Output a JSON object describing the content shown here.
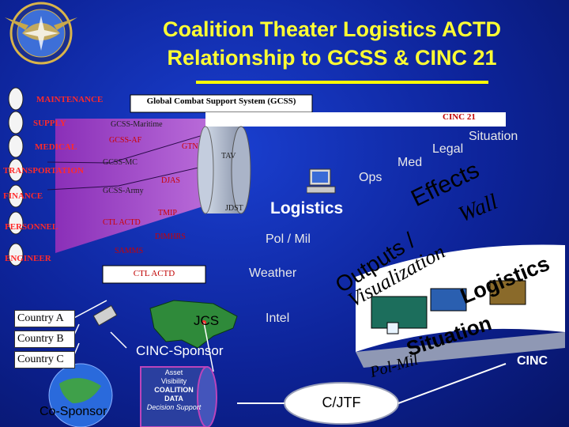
{
  "title": {
    "line1": "Coalition Theater Logistics ACTD",
    "line2": "Relationship to GCSS & CINC 21"
  },
  "gcss": {
    "label": "Global Combat Support System (GCSS)"
  },
  "cinc21": {
    "label": "CINC 21"
  },
  "functions": [
    "MAINTENANCE",
    "SUPPLY",
    "MEDICAL",
    "TRANSPORTATION",
    "FINANCE",
    "PERSONNEL",
    "ENGINEER"
  ],
  "systems": {
    "maritime": "GCSS-Maritime",
    "af": "GCSS-AF",
    "gtn": "GTN",
    "tav": "TAV",
    "mc": "GCSS-MC",
    "djas": "DJAS",
    "army": "GCSS-Army",
    "tmip": "TMIP",
    "jdst": "JDST",
    "ctl_actd_inner": "CTL ACTD",
    "dimhrs": "DIMHRS",
    "samms": "SAMMS",
    "ctl_actd_box": "CTL ACTD"
  },
  "countries": [
    "Country A",
    "Country B",
    "Country C"
  ],
  "co_sponsor": "Co-Sponsor",
  "jcs": "JCS",
  "cinc_sponsor": "CINC-Sponsor",
  "asset_box": {
    "l1": "Asset",
    "l2": "Visibility",
    "l3": "COALITION",
    "l4": "DATA",
    "l5": "Decision Support"
  },
  "cjtf": "C/JTF",
  "cinc": "CINC",
  "radial": {
    "situation": "Situation",
    "legal": "Legal",
    "med": "Med",
    "ops": "Ops",
    "logistics": "Logistics",
    "pol_mil": "Pol / Mil",
    "weather": "Weather",
    "intel": "Intel"
  },
  "arc": {
    "effects": "Effects",
    "wall": "Wall",
    "outputs": "Outputs /",
    "visualization": "Visualization",
    "logistics": "Logistics",
    "situation": "Situation",
    "polmil": "Pol-Mil"
  },
  "colors": {
    "title": "#ffff33",
    "function_red": "#ff2a2a",
    "arc_face": "#ffffff",
    "arc_side": "#8f98b4"
  }
}
